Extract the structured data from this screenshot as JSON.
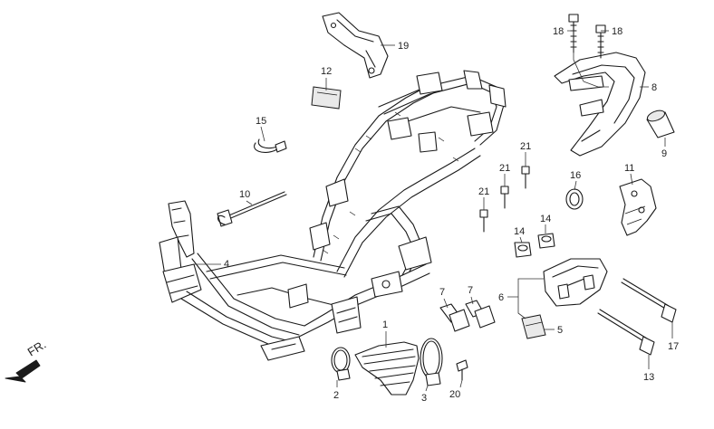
{
  "direction_label": "FR.",
  "callouts": {
    "p1": "1",
    "p2": "2",
    "p3": "3",
    "p4": "4",
    "p5": "5",
    "p6": "6",
    "p7a": "7",
    "p7b": "7",
    "p8": "8",
    "p9": "9",
    "p10": "10",
    "p11": "11",
    "p12": "12",
    "p13": "13",
    "p14a": "14",
    "p14b": "14",
    "p15": "15",
    "p16": "16",
    "p17": "17",
    "p18a": "18",
    "p18b": "18",
    "p19": "19",
    "p20": "20",
    "p21a": "21",
    "p21b": "21",
    "p21c": "21"
  }
}
